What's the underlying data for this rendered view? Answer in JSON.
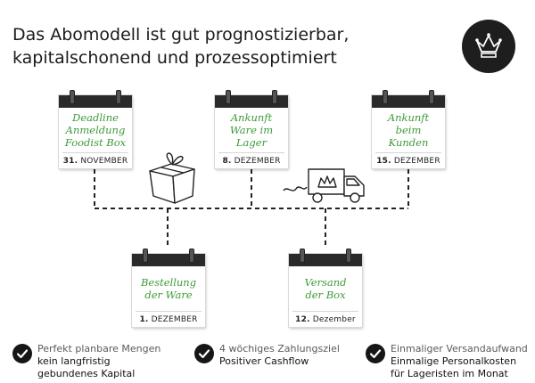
{
  "title": {
    "line1": "Das Abomodell ist gut prognostizierbar,",
    "line2": "kapitalschonend und prozessoptimiert"
  },
  "icons": {
    "logo": "crown-icon",
    "gift": "gift-box-icon",
    "truck": "delivery-truck-icon",
    "check": "checkmark-icon"
  },
  "colors": {
    "accent_green": "#3f9a3a",
    "dark": "#1e1e1e"
  },
  "calendars": [
    {
      "id": "deadline",
      "text": "Deadline\nAnmeldung\nFoodist Box",
      "day": "31.",
      "month": "NOVEMBER"
    },
    {
      "id": "ankunft-lager",
      "text": "Ankunft\nWare im\nLager",
      "day": "8.",
      "month": "DEZEMBER"
    },
    {
      "id": "ankunft-kunden",
      "text": "Ankunft beim\nKunden",
      "day": "15.",
      "month": "DEZEMBER"
    },
    {
      "id": "bestellung",
      "text": "Bestellung\nder Ware",
      "day": "1.",
      "month": "DEZEMBER"
    },
    {
      "id": "versand",
      "text": "Versand\nder Box",
      "day": "12.",
      "month": "Dezember"
    }
  ],
  "features": [
    {
      "line1": "Perfekt planbare Mengen",
      "line2": "kein langfristig",
      "line3": "gebundenes Kapital"
    },
    {
      "line1": "4 wöchiges Zahlungsziel",
      "line2": "Positiver Cashflow",
      "line3": ""
    },
    {
      "line1": "Einmaliger Versandaufwand",
      "line2": "Einmalige Personalkosten",
      "line3": "für Lageristen im Monat"
    }
  ]
}
